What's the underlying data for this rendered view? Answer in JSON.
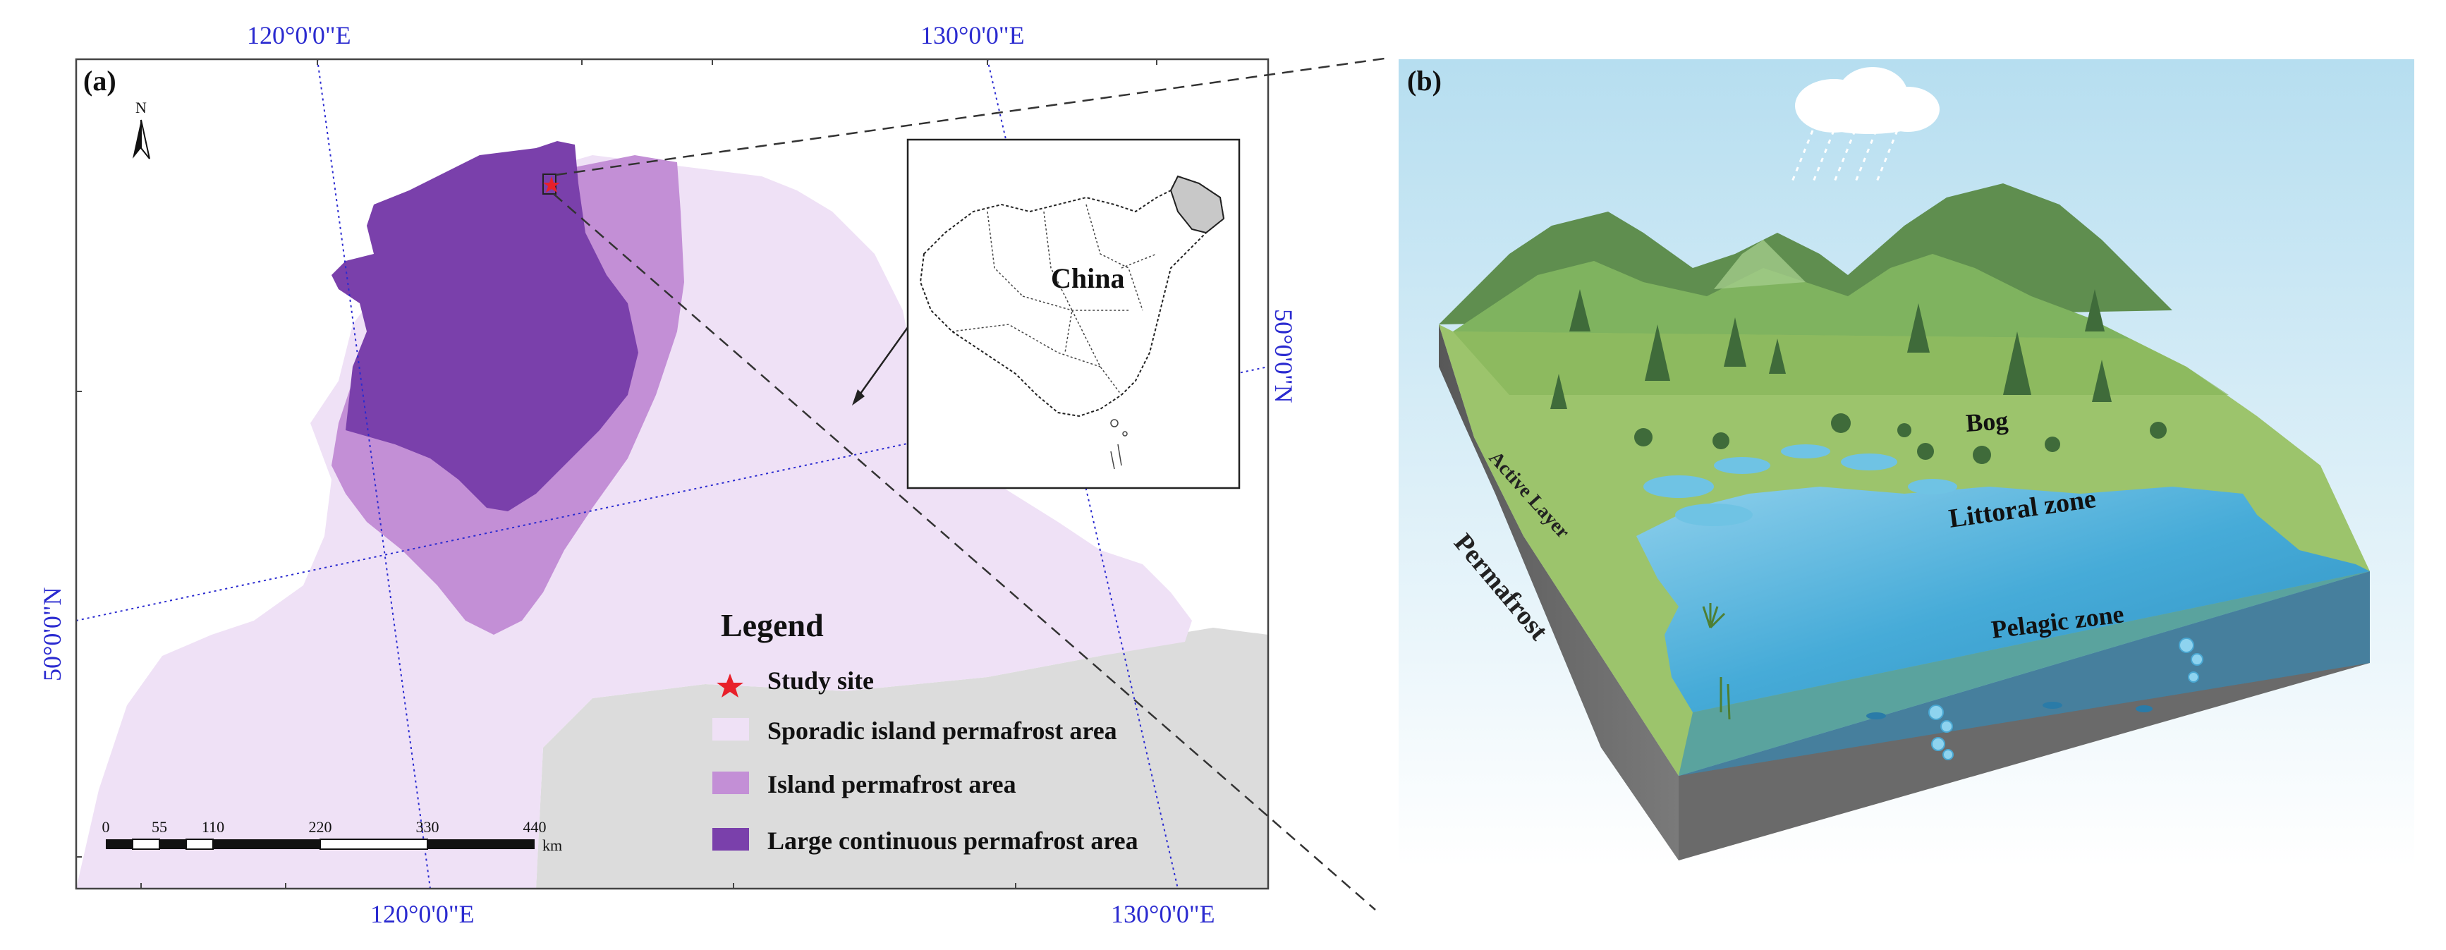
{
  "panel_a": {
    "label": "(a)",
    "coord_labels": {
      "top_left": "120°0'0\"E",
      "top_right": "130°0'0\"E",
      "bottom_left": "120°0'0\"E",
      "bottom_right": "130°0'0\"E",
      "right": "50°0'0\"N",
      "left": "50°0'0\"N"
    },
    "north_label": "N",
    "inset_label": "China",
    "legend": {
      "title": "Legend",
      "items": [
        {
          "label": "Study site",
          "color": "#e8202a",
          "symbol": "star"
        },
        {
          "label": "Sporadic island permafrost area",
          "color": "#efe1f6",
          "symbol": "box"
        },
        {
          "label": "Island permafrost area",
          "color": "#c38fd6",
          "symbol": "box"
        },
        {
          "label": "Large continuous permafrost area",
          "color": "#7a40ab",
          "symbol": "box"
        }
      ]
    },
    "scalebar": {
      "ticks": [
        "0",
        "55",
        "110",
        "220",
        "330",
        "440"
      ],
      "unit": "km"
    }
  },
  "panel_b": {
    "label": "(b)",
    "labels": {
      "bog": "Bog",
      "littoral": "Littoral zone",
      "pelagic": "Pelagic zone",
      "active_layer": "Active Layer",
      "permafrost": "Permafrost"
    }
  },
  "colors": {
    "graticule": "#2b2bd0",
    "background_land": "#dcdcdc",
    "sporadic": "#efe1f6",
    "island": "#c38fd6",
    "continuous": "#7a40ab",
    "sky": "#bfe3f1",
    "grass": "#9cc46c",
    "lake": "#3fa8d4",
    "soil": "#6f6f6f"
  }
}
